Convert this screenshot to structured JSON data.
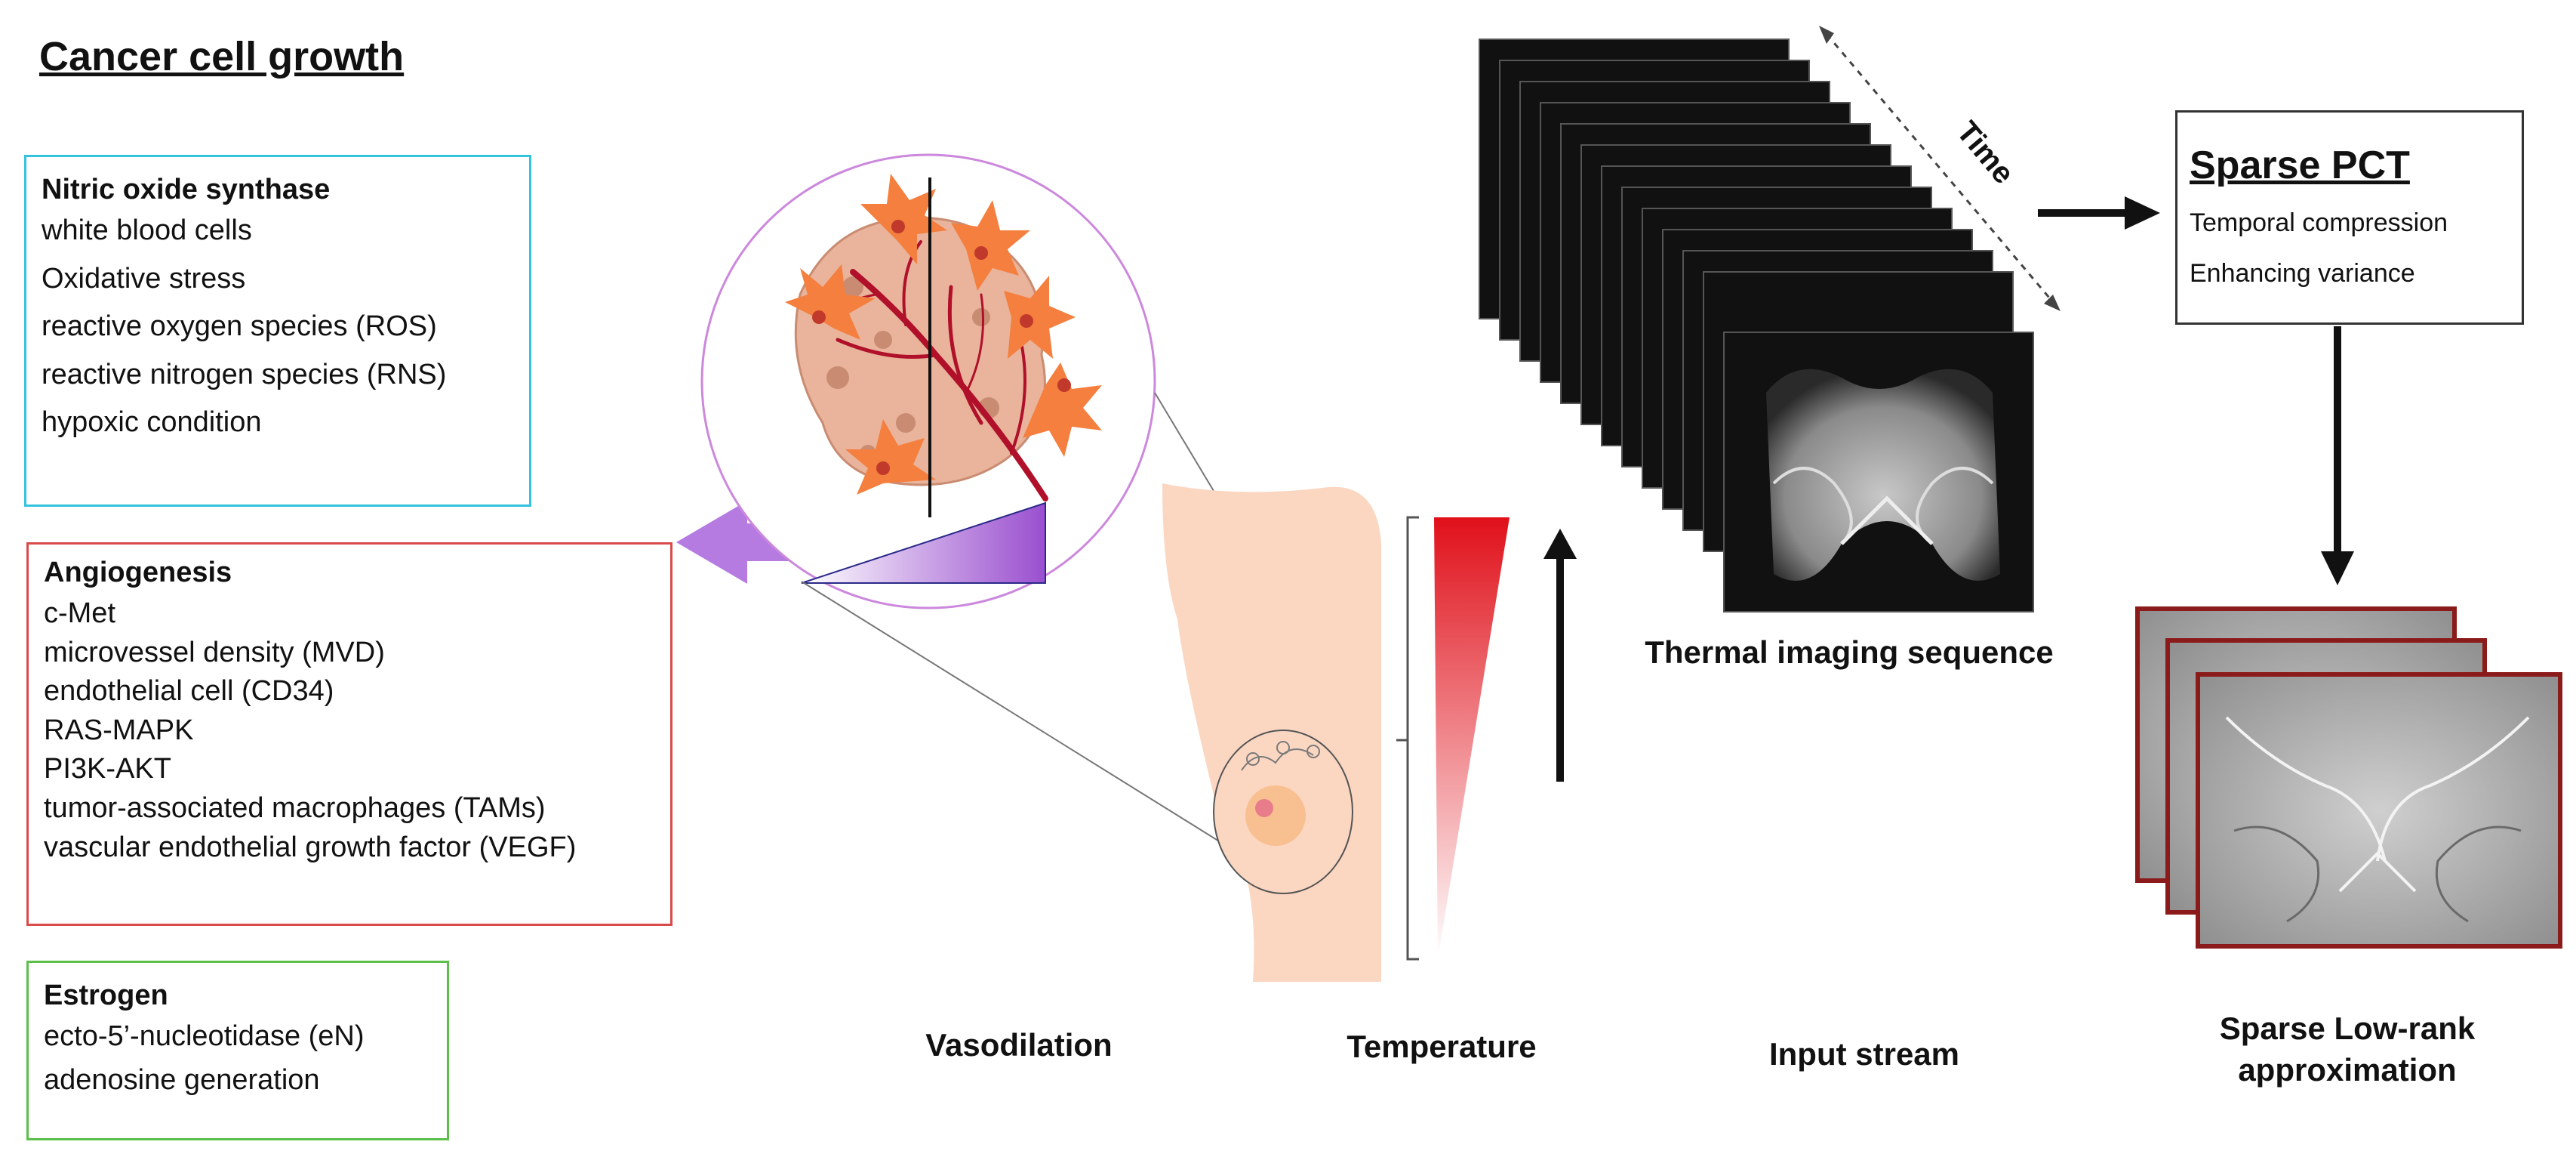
{
  "title": "Cancer cell growth",
  "nos_box": {
    "heading": "Nitric oxide synthase",
    "items": [
      "white blood cells",
      "Oxidative stress",
      "reactive oxygen species (ROS)",
      "reactive nitrogen species (RNS)",
      "hypoxic condition"
    ],
    "border_color": "#33c3dd"
  },
  "angio_box": {
    "heading": "Angiogenesis",
    "items": [
      "c-Met",
      "microvessel density (MVD)",
      "endothelial cell (CD34)",
      "RAS-MAPK",
      "PI3K-AKT",
      "tumor-associated macrophages (TAMs)",
      "vascular endothelial growth factor (VEGF)"
    ],
    "border_color": "#d94a4a"
  },
  "estrogen_box": {
    "heading": "Estrogen",
    "items": [
      "ecto-5’-nucleotidase (eN)",
      "adenosine generation"
    ],
    "border_color": "#5cbf4a"
  },
  "pct_box": {
    "heading": "Sparse PCT",
    "items": [
      "Temporal compression",
      "Enhancing variance"
    ]
  },
  "labels": {
    "vasodilation": "Vasodilation",
    "temperature": "Temperature",
    "input_stream": "Input stream",
    "thermal_sequence": "Thermal imaging sequence",
    "time": "Time",
    "sparse_lowrank_line1": "Sparse Low-rank",
    "sparse_lowrank_line2": "approximation"
  },
  "colors": {
    "purple_arrow": "#b57be0",
    "skin": "#fbd7c2",
    "tumor": "#e9b49b",
    "vessel": "#b0102a",
    "cell": "#f47f3e",
    "temperature_red": "#e0101a",
    "lowrank_border": "#8b1a1a"
  }
}
